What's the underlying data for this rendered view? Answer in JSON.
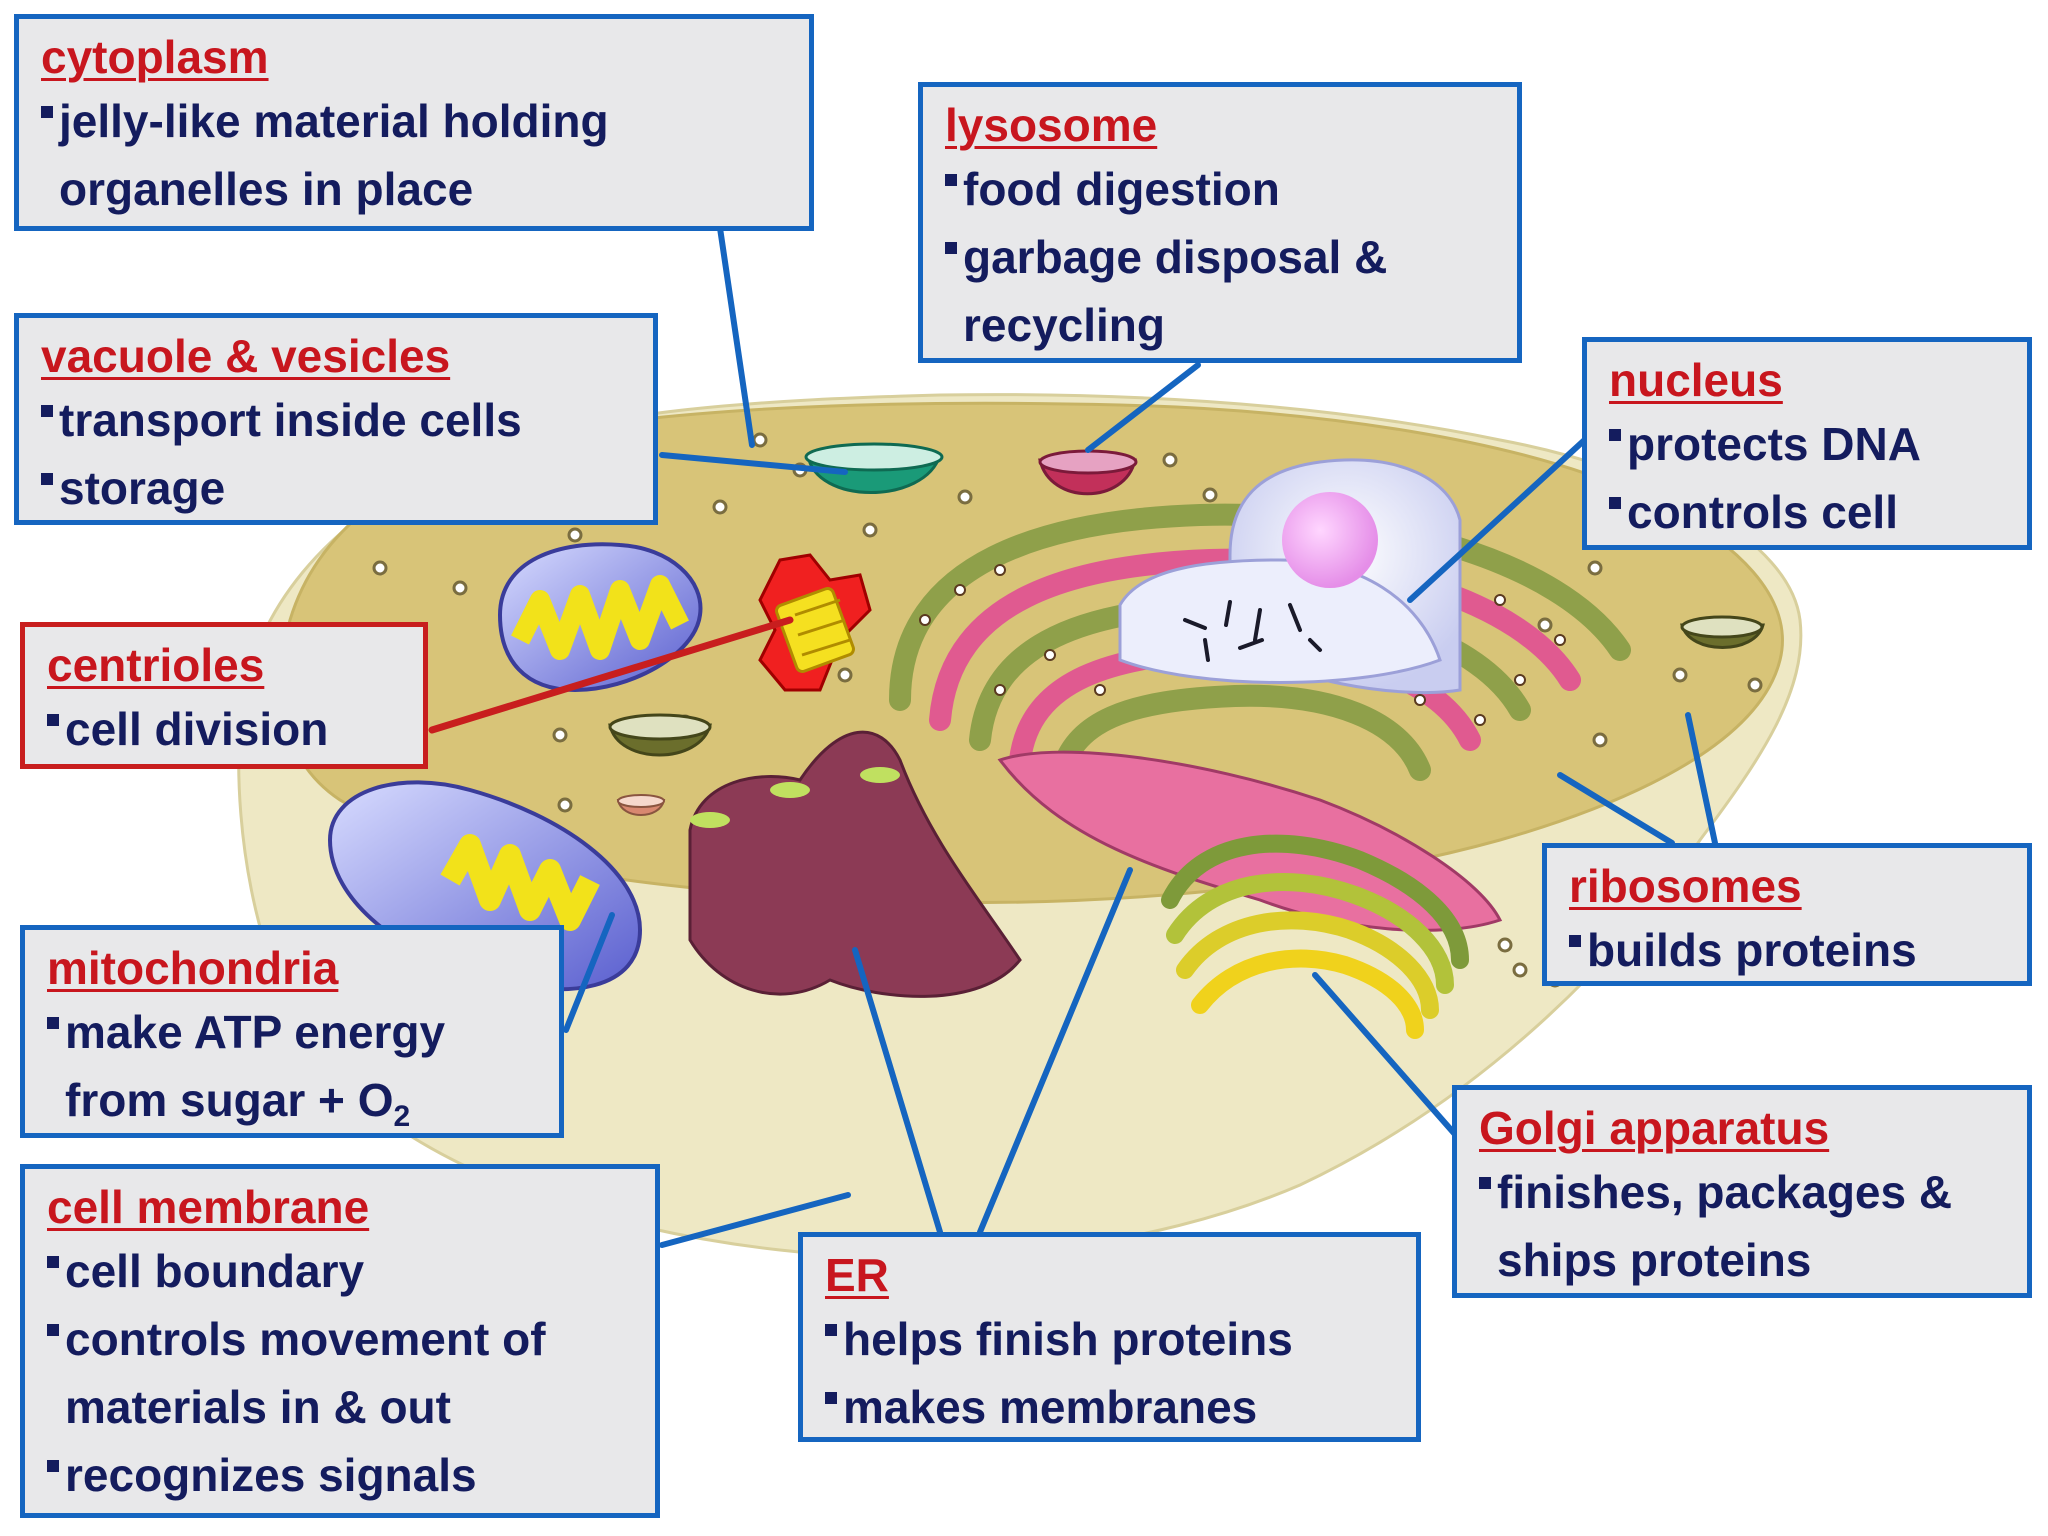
{
  "labels": {
    "cytoplasm": {
      "title": "cytoplasm",
      "bullets": [
        "jelly-like material holding organelles in place"
      ]
    },
    "lysosome": {
      "title": "lysosome",
      "bullets": [
        "food digestion",
        "garbage disposal & recycling"
      ]
    },
    "vacuole": {
      "title": "vacuole & vesicles",
      "bullets": [
        "transport inside cells",
        "storage"
      ]
    },
    "nucleus": {
      "title": "nucleus",
      "bullets": [
        "protects DNA",
        "controls cell"
      ]
    },
    "centrioles": {
      "title": "centrioles",
      "bullets": [
        "cell division"
      ]
    },
    "ribosomes": {
      "title": "ribosomes",
      "bullets": [
        "builds proteins"
      ]
    },
    "mitochondria": {
      "title": "mitochondria",
      "bullets": [
        "make ATP energy from sugar + O",
        "2"
      ]
    },
    "golgi": {
      "title": "Golgi apparatus",
      "bullets": [
        "finishes, packages & ships proteins"
      ]
    },
    "cell_membrane": {
      "title": "cell membrane",
      "bullets": [
        "cell boundary",
        "controls movement of materials in & out",
        "recognizes signals"
      ]
    },
    "er": {
      "title": "ER",
      "bullets": [
        "helps finish proteins",
        "makes membranes"
      ]
    }
  },
  "colors": {
    "box_border": "#1565c0",
    "centrioles_border": "#c81e1e",
    "title_text": "#c8161e",
    "bullet_text": "#141c5e",
    "box_fill": "#e8e8ea"
  }
}
